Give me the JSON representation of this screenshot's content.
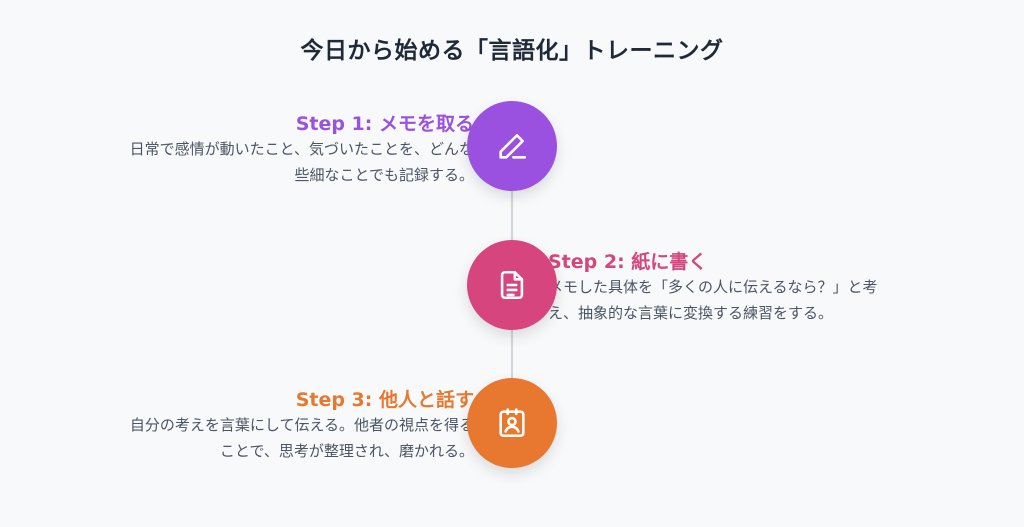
{
  "title": "今日から始める「言語化」トレーニング",
  "colors": {
    "step1": "#9b51e0",
    "step2": "#d6457e",
    "step3": "#e8782f",
    "line": "#d1d5db"
  },
  "steps": [
    {
      "title": "Step 1: メモを取る",
      "desc_line1": "日常で感情が動いたこと、気づいたことを、どんな",
      "desc_line2": "些細なことでも記録する。",
      "icon": "pencil-icon"
    },
    {
      "title": "Step 2: 紙に書く",
      "desc_line1": "メモした具体を「多くの人に伝えるなら？」と考",
      "desc_line2": "え、抽象的な言葉に変換する練習をする。",
      "icon": "document-icon"
    },
    {
      "title": "Step 3: 他人と話す",
      "desc_line1": "自分の考えを言葉にして伝える。他者の視点を得る",
      "desc_line2": "ことで、思考が整理され、磨かれる。",
      "icon": "contact-card-icon"
    }
  ]
}
